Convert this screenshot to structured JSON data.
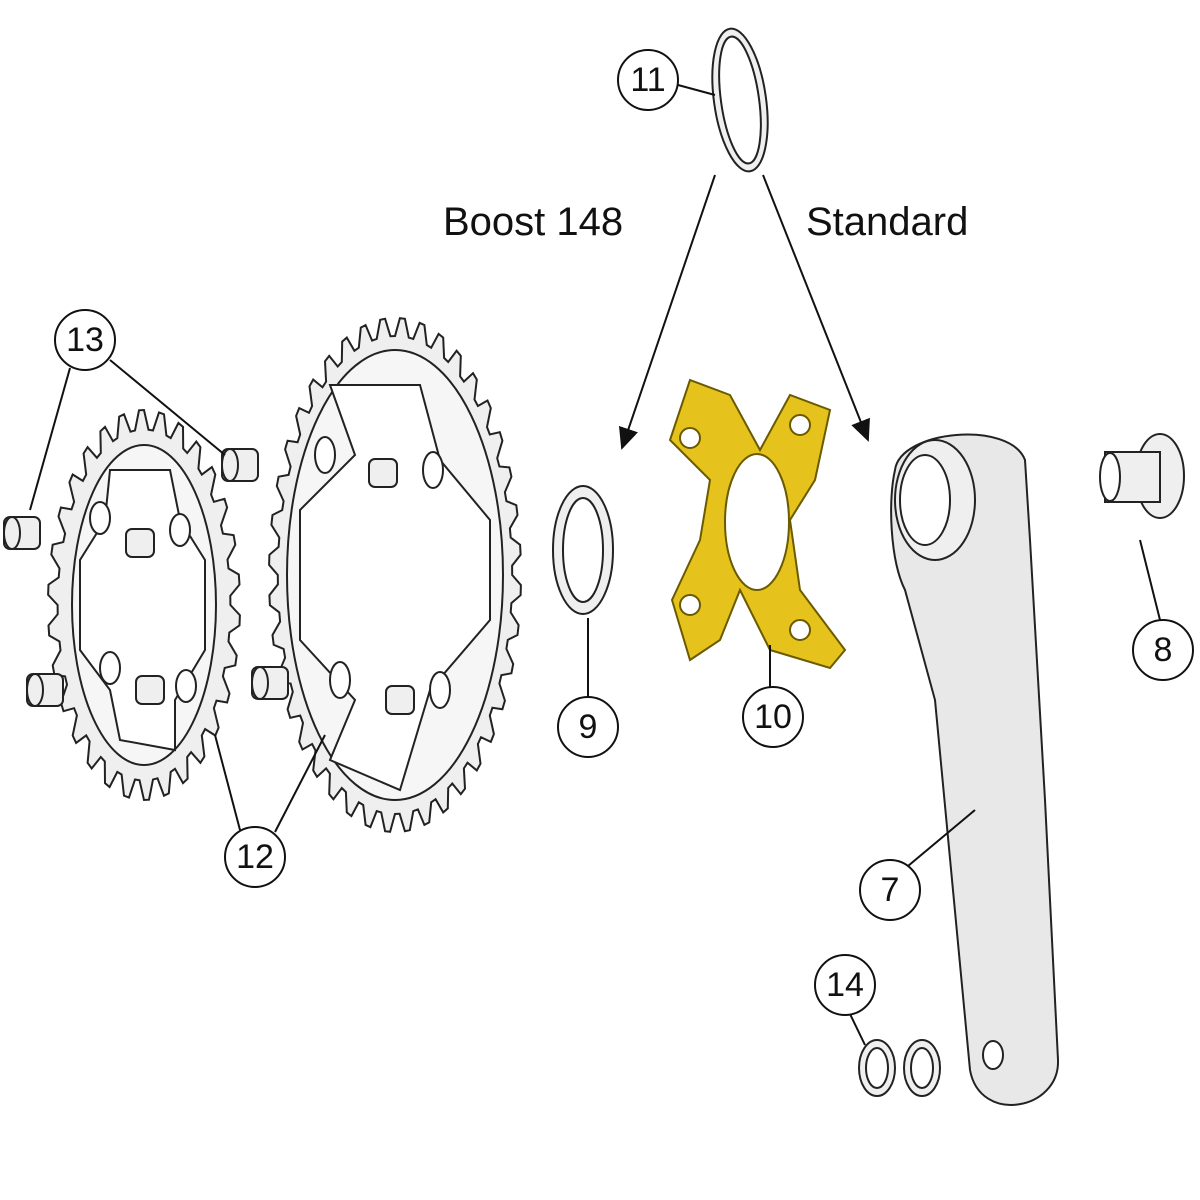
{
  "labels": {
    "boost": "Boost 148",
    "standard": "Standard"
  },
  "callouts": {
    "c11": "11",
    "c13": "13",
    "c12": "12",
    "c9": "9",
    "c10": "10",
    "c8": "8",
    "c7": "7",
    "c14": "14"
  },
  "colors": {
    "highlight": "#e5c21c",
    "part_fill": "#efefef",
    "outline": "#222222"
  }
}
